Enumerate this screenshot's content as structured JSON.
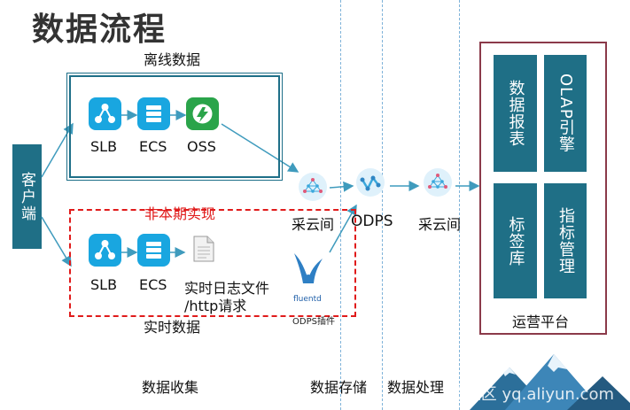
{
  "title": "数据流程",
  "client": "客户端",
  "offline": {
    "label": "离线数据",
    "nodes": [
      "SLB",
      "ECS",
      "OSS"
    ]
  },
  "realtime": {
    "not_this_phase": "非本期实现",
    "label": "实时数据",
    "nodes": [
      "SLB",
      "ECS"
    ],
    "log_label_line1": "实时日志文件",
    "log_label_line2": "/http请求",
    "fluentd_label": "fluentd",
    "fluentd_caption": "ODPS插件"
  },
  "storage": {
    "collector1": "采云间",
    "odps": "ODPS",
    "collector2": "采云间"
  },
  "ops": {
    "label": "运营平台",
    "tiles": [
      "数据报表",
      "OLAP引擎",
      "标签库",
      "指标管理"
    ]
  },
  "columns": [
    "数据收集",
    "数据存储",
    "数据处理"
  ],
  "watermark": "云栖社区 yq.aliyun.com",
  "colors": {
    "teal": "#1f6f86",
    "red": "#e01b1b",
    "iconBlue": "#19a6e0",
    "iconGreen": "#2aa44a"
  }
}
